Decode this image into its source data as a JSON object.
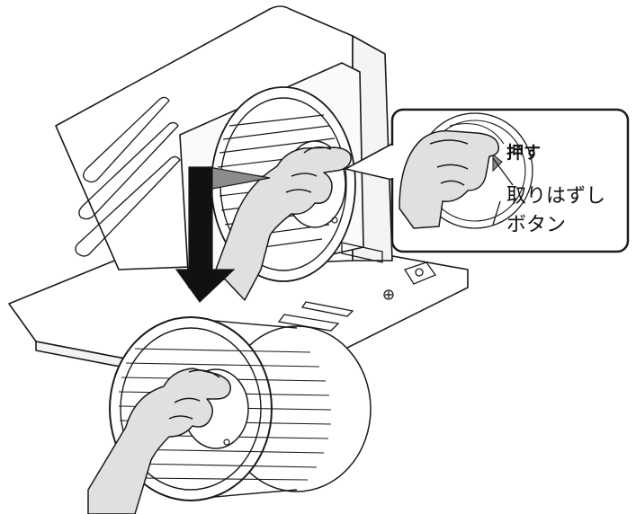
{
  "callout": {
    "push_label": "押す",
    "release_button_line1": "取りはずし",
    "release_button_line2": "ボタン"
  },
  "colors": {
    "line": "#1a1a1a",
    "glove": "#e0e0e0",
    "arrow": "#111111",
    "arrow_head_shade": "#8c8c8c",
    "background": "#ffffff"
  }
}
